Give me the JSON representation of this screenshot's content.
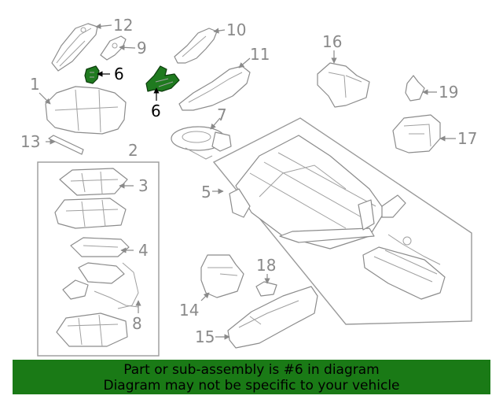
{
  "diagram": {
    "highlight_color": "#1f7a1f",
    "callouts": [
      "1",
      "2",
      "3",
      "4",
      "5",
      "6",
      "6",
      "7",
      "8",
      "9",
      "10",
      "11",
      "12",
      "13",
      "14",
      "15",
      "16",
      "17",
      "18",
      "19"
    ]
  },
  "banner": {
    "background": "#1a7a16",
    "line1": "Part or sub-assembly is #6 in diagram",
    "line2": "Diagram may not be specific to your vehicle"
  }
}
